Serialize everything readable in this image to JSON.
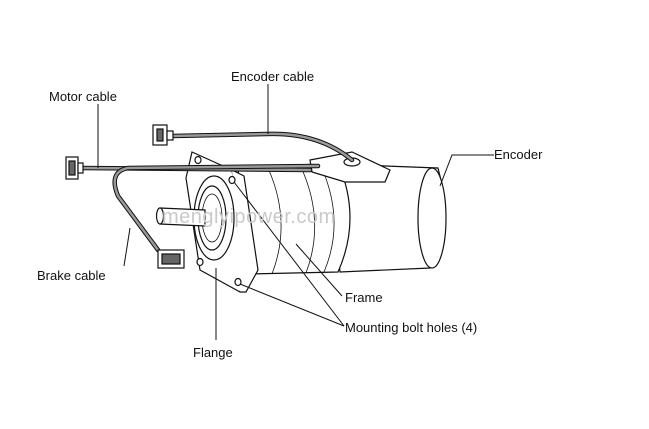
{
  "labels": {
    "encoder_cable": "Encoder cable",
    "motor_cable": "Motor cable",
    "encoder": "Encoder",
    "brake_cable": "Brake cable",
    "frame": "Frame",
    "mounting_bolt_holes": "Mounting bolt holes (4)",
    "flange": "Flange"
  },
  "watermark": "menglyipower.com",
  "colors": {
    "stroke": "#111111",
    "cable": "#888888",
    "watermark": "#c9c9c9"
  }
}
